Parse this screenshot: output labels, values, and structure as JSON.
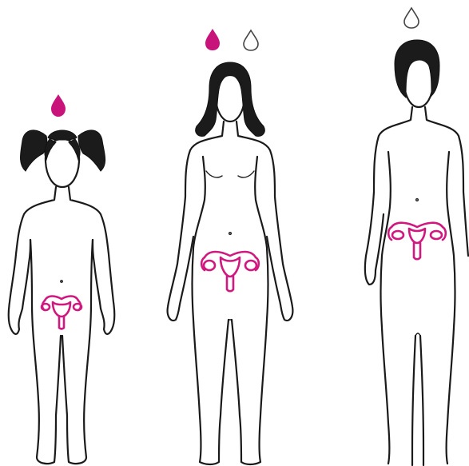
{
  "colors": {
    "accent": "#c8137a",
    "outline": "#1a1a1a",
    "background": "#ffffff"
  },
  "figures": [
    {
      "stage": "child",
      "drop_icons": [
        "drop-filled-icon"
      ]
    },
    {
      "stage": "adult",
      "drop_icons": [
        "drop-filled-icon",
        "drop-empty-icon"
      ]
    },
    {
      "stage": "older",
      "drop_icons": [
        "drop-empty-icon"
      ]
    }
  ]
}
